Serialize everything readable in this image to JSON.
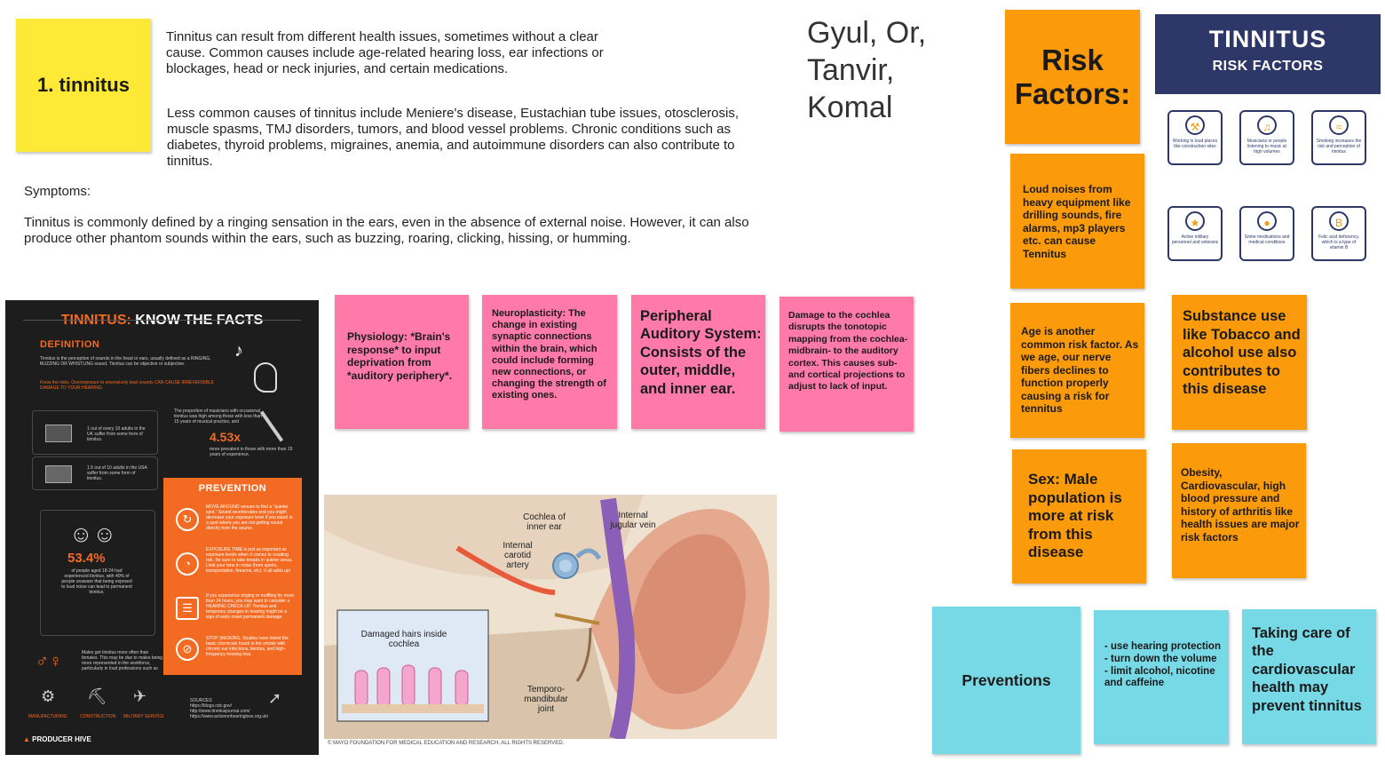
{
  "title_note": {
    "label": "1. tinnitus"
  },
  "intro": {
    "p1": "Tinnitus can result from different health issues, sometimes without a clear cause. Common causes include age-related hearing loss, ear infections or blockages, head or neck injuries, and certain medications.",
    "p2": "Less common causes of tinnitus include Meniere's disease, Eustachian tube issues, otosclerosis, muscle spasms, TMJ disorders, tumors, and blood vessel problems. Chronic conditions such as diabetes, thyroid problems, migraines, anemia, and autoimmune disorders can also contribute to tinnitus.",
    "symptoms_label": "Symptoms:",
    "symptoms_text": "Tinnitus is commonly defined by a ringing sensation in the ears, even in the absence of external noise. However, it can also produce other phantom sounds within the ears, such as buzzing, roaring, clicking, hissing, or humming."
  },
  "authors": "Gyul, Or, Tanvir, Komal",
  "stickies": {
    "risk_factors": "Risk Factors:",
    "loud_noises": "Loud noises from heavy equipment like drilling sounds, fire alarms, mp3 players etc. can cause Tennitus",
    "age": "Age is another common risk factor. As we age, our nerve fibers declines to function properly causing a risk for tennitus",
    "substance": "Substance use like Tobacco and alcohol use also contributes to this disease",
    "sex": "Sex: Male population is more at risk from this disease",
    "obesity": "Obesity, Cardiovascular, high blood pressure and history of arthritis like health issues are major risk factors",
    "physiology": "Physiology: *Brain's response* to input deprivation from *auditory periphery*.",
    "neuroplasticity": "Neuroplasticity: The change in existing synaptic connections within the brain, which could include forming new connections, or changing the strength of existing ones.",
    "peripheral": "Peripheral Auditory System: Consists of the outer, middle, and inner ear.",
    "damage": "Damage to the cochlea disrupts the tonotopic mapping from the cochlea-midbrain- to the auditory cortex. This causes sub- and cortical projections to adjust to lack of input.",
    "preventions": "Preventions",
    "prevention_list": "- use hearing protection\n- turn down the volume\n- limit alcohol, nicotine and caffeine",
    "cardio": "Taking care of the cardiovascular health may prevent tinnitus"
  },
  "infographic": {
    "title_a": "TINNITUS: ",
    "title_b": "KNOW THE FACTS",
    "definition": "DEFINITION",
    "def_text": "Tinnitus is the perception of sounds in the head or ears, usually defined as a RINGING, BUZZING OR WHISTLING sound. Tinnitus can be objective or subjective.",
    "risk_text": "Know the risks. Overexposure to excessively loud sounds CAN CAUSE IRREVERSIBLE DAMAGE TO YOUR HEARING.",
    "uk_text": "1 out of every 10 adults in the UK suffer from some form of tinnitus.",
    "musicians_text": "The proportion of musicians with occasional tinnitus was high among those with less than 15 years of musical practice, and",
    "big_stat": "4.53x",
    "big_stat_note": "more prevalent in those with more than 15 years of experience.",
    "usa_text": "1.5 out of 10 adults in the USA suffer from some form of tinnitus.",
    "prevention": "PREVENTION",
    "prev1": "MOVE AROUND venues to find a \"quieter spot.\" Sound reverberates and you might decrease your exposure level if you stand in a spot where you are not getting sound directly from the source.",
    "prev2": "EXPOSURE TIME is just as important as exposure levels when it comes to creating risk. Be sure to take breaks in quieter areas. Limit your time in noise (from sports, transportation, firearms, etc). It all adds up!",
    "prev3": "If you experience ringing or muffling for more than 24 hours, you may want to consider a HEARING CHECK-UP. Tinnitus and temporary changes in hearing might be a sign of early onset permanent damage.",
    "prev4": "STOP SMOKING. Studies have linked the basic chemicals found in the smoke with chronic ear infections, tinnitus, and high-frequency hearing loss.",
    "pct": "53.4%",
    "pct_text": "of people aged 18-24 had experienced tinnitus, with 40% of people unaware that being exposed to loud noise can lead to permanent tinnitus.",
    "males_text": "Males get tinnitus more often than females. This may be due to males being more represented in the workforce, particularly in loud professions such as",
    "cat1": "MANUFACTURING",
    "cat2": "CONSTRUCTION",
    "cat3": "MILITARY SERVICE",
    "sources": "SOURCES\nhttps://blogs.cdc.gov/\nhttp://www.tinnitusjournal.com/\nhttps://www.actiononhearingloss.org.uk/",
    "brand": "PRODUCER HIVE"
  },
  "ear_image": {
    "cochlea": "Cochlea of inner ear",
    "jugular": "Internal jugular vein",
    "carotid": "Internal carotid artery",
    "hairs": "Damaged hairs inside cochlea",
    "tmj": "Temporo-mandibular joint",
    "credit": "© MAYO FOUNDATION FOR MEDICAL EDUCATION AND RESEARCH. ALL RIGHTS RESERVED."
  },
  "risk_card": {
    "title": "TINNITUS",
    "subtitle": "RISK FACTORS",
    "items": [
      "Working in loud places like construction sites",
      "Musicians or people listening to music at high volumes",
      "Smoking increases the risk and perception of tinnitus",
      "Active military personnel and veterans",
      "Some medications and medical conditions",
      "Folic acid deficiency, which is a type of vitamin B"
    ]
  }
}
